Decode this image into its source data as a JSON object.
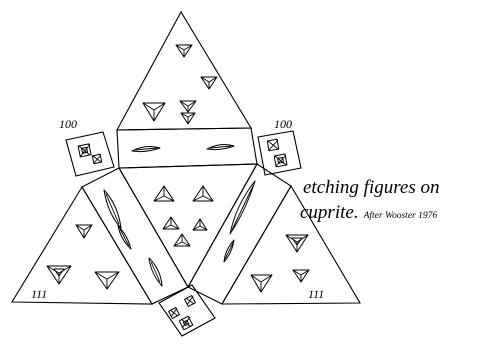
{
  "caption": {
    "main": "etching figures on cuprite.",
    "line1": "etching figures on",
    "line2": "cuprite.",
    "credit": "After Wooster 1976"
  },
  "face_labels": {
    "cube_left": "100",
    "cube_right": "100",
    "octa_left": "111",
    "octa_right": "111"
  },
  "colors": {
    "ink": "#000000",
    "background": "#ffffff"
  }
}
